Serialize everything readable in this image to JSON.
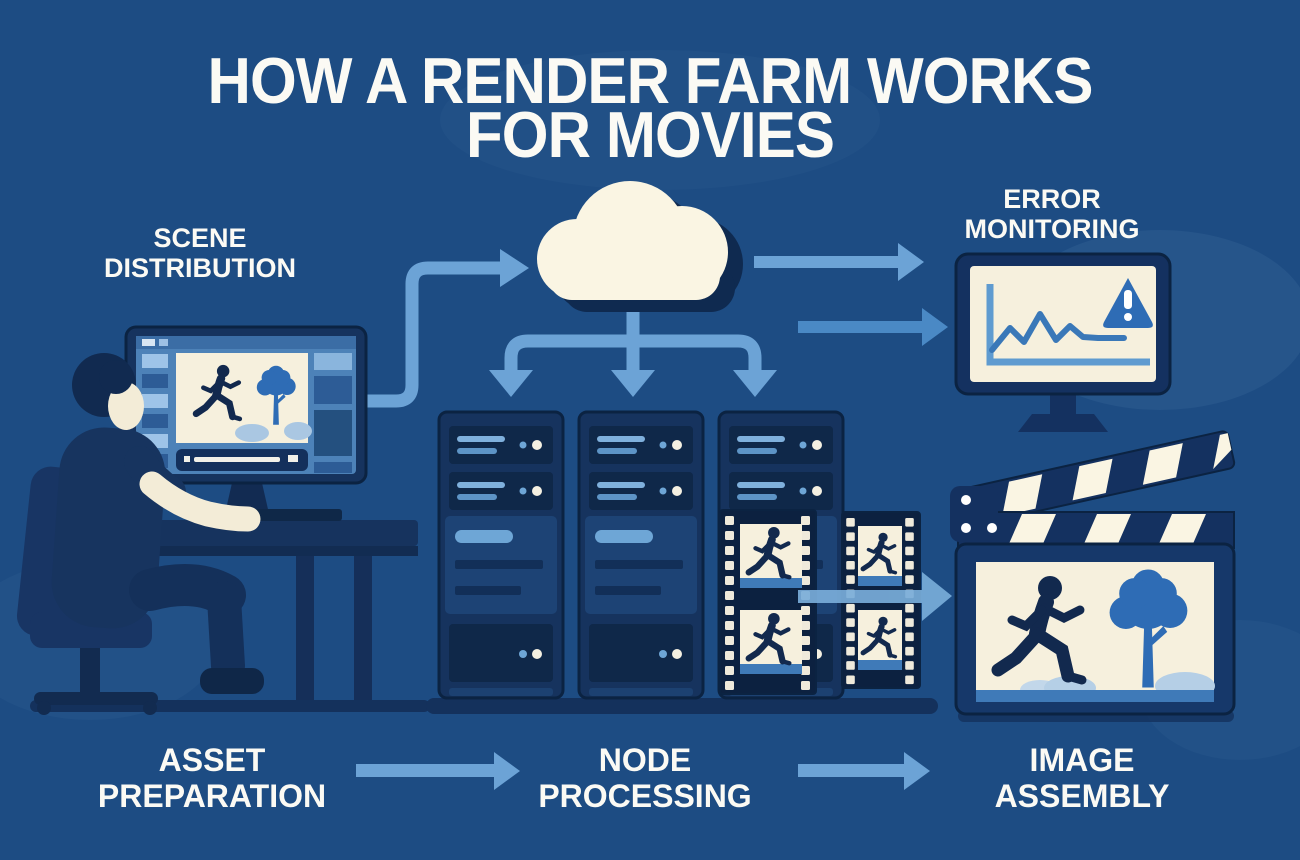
{
  "title": {
    "line1": "HOW A RENDER FARM WORKS",
    "line2": "FOR MOVIES"
  },
  "labels": {
    "scene_distribution": {
      "line1": "SCENE",
      "line2": "DISTRIBUTION"
    },
    "error_monitoring": {
      "line1": "ERROR",
      "line2": "MONITORING"
    },
    "asset_preparation": {
      "line1": "ASSET",
      "line2": "PREPARATION"
    },
    "node_processing": {
      "line1": "NODE",
      "line2": "PROCESSING"
    },
    "image_assembly": {
      "line1": "IMAGE",
      "line2": "ASSEMBLY"
    }
  },
  "icons": [
    "cloud-icon",
    "flow-arrow-icon",
    "branch-arrow-icon",
    "workstation-monitor-icon",
    "video-editor-ui-icon",
    "running-character-icon",
    "tree-icon",
    "artist-at-desk-icon",
    "office-chair-icon",
    "server-rack-icon",
    "film-strip-icon",
    "clapperboard-icon",
    "error-chart-monitor-icon",
    "warning-triangle-icon"
  ],
  "colors": {
    "bg": "#1d4c83",
    "navy": "#16335e",
    "navy_deep": "#0f2849",
    "outline": "#0b2342",
    "mid_blue": "#2e6cb5",
    "screen_blue": "#4d82b8",
    "panel_blue": "#2d5c96",
    "arrow_light": "#6ca3d6",
    "arrow_deep": "#4a89c5",
    "sky": "#8ab5dd",
    "cream": "#f6f0dd",
    "cream_bright": "#faf5e3",
    "shadow_blue": "#14315c",
    "ground_blue": "#3f7ab8",
    "text": "#fbfaf4",
    "white": "#ffffff"
  }
}
